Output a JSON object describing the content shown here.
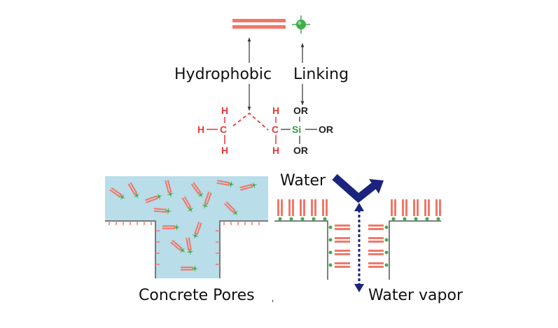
{
  "labels": {
    "hydrophobic": "Hydrophobic",
    "linking": "Linking",
    "water": "Water",
    "concrete_pores": "Concrete Pores",
    "water_vapor": "Water vapor"
  },
  "molecule": {
    "h": "H",
    "c": "C",
    "si": "Si",
    "or": "OR"
  },
  "colors": {
    "hydrophobic_chain": "#f0786a",
    "linking_group": "#3fae49",
    "silicon": "#2f9e44",
    "water_fill": "#b9dde9",
    "water_arrow": "#1a237e",
    "pore_outline": "#555555"
  }
}
